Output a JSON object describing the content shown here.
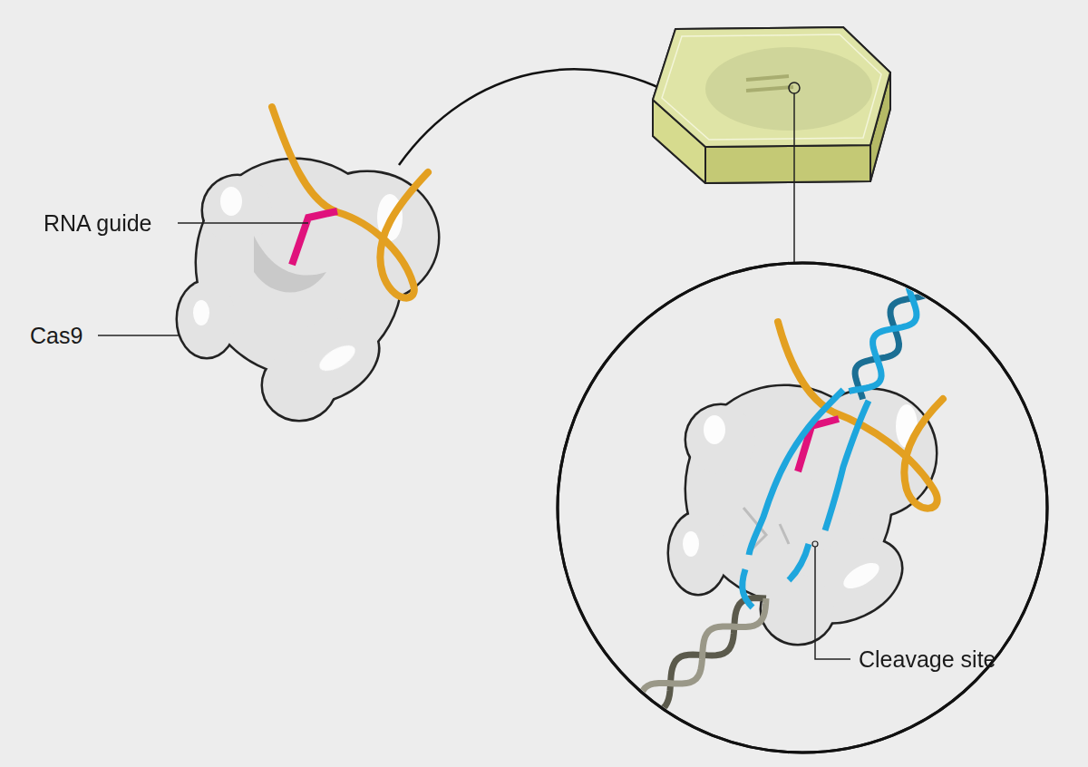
{
  "diagram": {
    "labels": [
      "RNA guide",
      "Cas9",
      "Cleavage site"
    ]
  }
}
